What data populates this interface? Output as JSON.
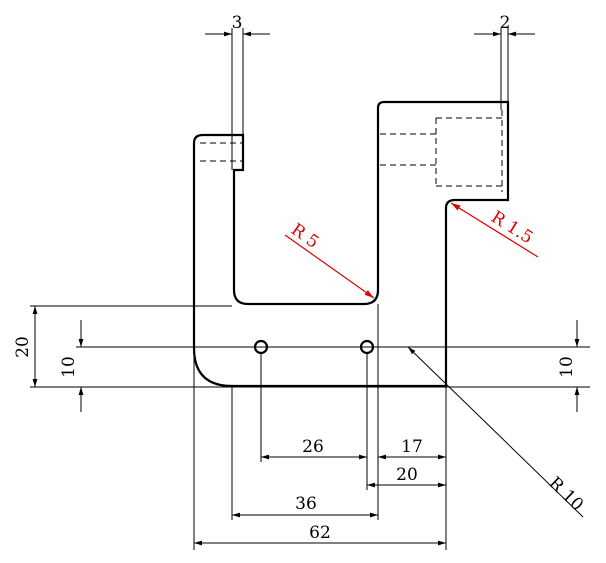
{
  "drawing": {
    "dimensions": {
      "top_slot_width": "3",
      "top_right_width": "2",
      "height_20": "20",
      "height_10_left": "10",
      "height_10_right": "10",
      "hole_spacing": "26",
      "right_17": "17",
      "right_20": "20",
      "inner_36": "36",
      "overall_62": "62"
    },
    "radii": {
      "r5": "R 5",
      "r15": "R 1.5",
      "r10": "R 10"
    },
    "colors": {
      "outline": "#000000",
      "callout": "#e00000"
    }
  }
}
